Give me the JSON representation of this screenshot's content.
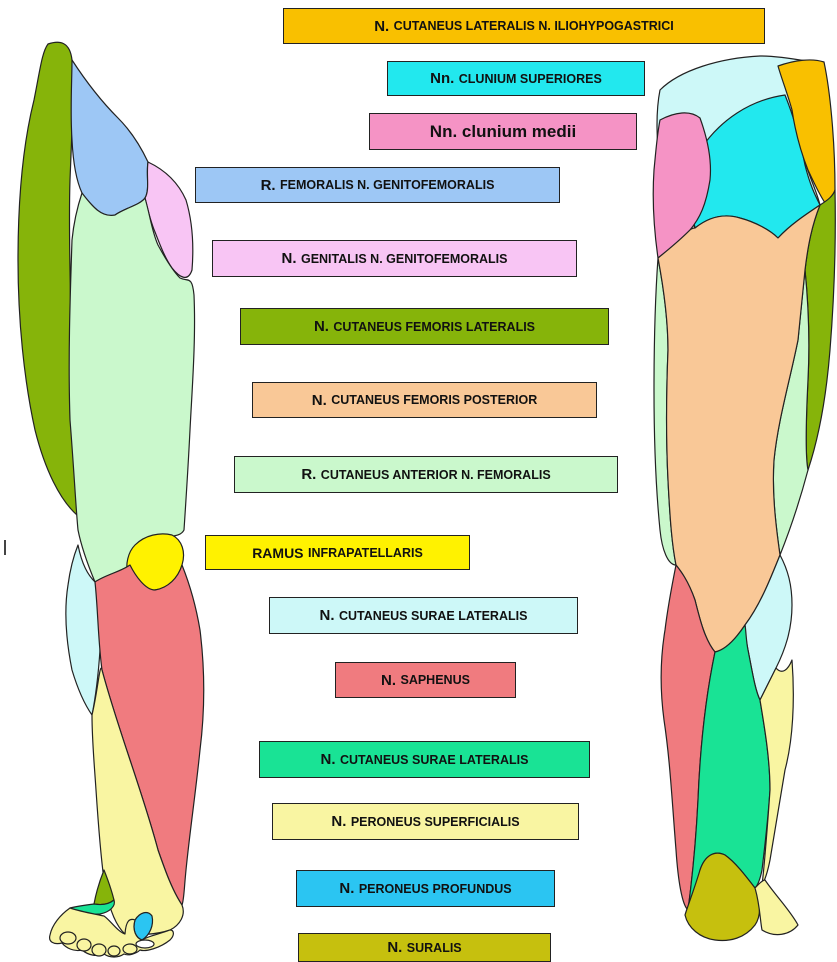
{
  "colors": {
    "yellow_orange": "#F9C000",
    "cyan": "#22E8EE",
    "pink": "#F593C5",
    "light_blue": "#9DC7F5",
    "light_pink": "#F8C5F4",
    "olive_green": "#86B40A",
    "peach": "#F9C897",
    "pale_green": "#CAF8CC",
    "yellow": "#FFF200",
    "pale_cyan": "#CDF8F8",
    "salmon": "#F07B7F",
    "sea_green": "#19E395",
    "pale_yellow": "#F9F5A2",
    "sky_blue": "#2BC5F2",
    "olive": "#C6C00E",
    "outline": "#222222"
  },
  "labels": [
    {
      "id": "iliohypogastricus",
      "first": "N.",
      "rest": "CUTANEUS LATERALIS N. ILIOHYPOGASTRICI",
      "color": "#F9C000"
    },
    {
      "id": "clunium-superiores",
      "first": "Nn.",
      "rest": "CLUNIUM SUPERIORES",
      "color": "#22E8EE"
    },
    {
      "id": "clunium-medii",
      "first": "Nn. clunium medii",
      "rest": "",
      "color": "#F593C5"
    },
    {
      "id": "femoralis-genitofemoralis",
      "first": "R.",
      "rest": "FEMORALIS N. GENITOFEMORALIS",
      "color": "#9DC7F5"
    },
    {
      "id": "genitalis-genitofemoralis",
      "first": "N.",
      "rest": "GENITALIS N. GENITOFEMORALIS",
      "color": "#F8C5F4"
    },
    {
      "id": "cutaneus-femoris-lateralis",
      "first": "N.",
      "rest": "CUTANEUS FEMORIS LATERALIS",
      "color": "#86B40A"
    },
    {
      "id": "cutaneus-femoris-posterior",
      "first": "N.",
      "rest": "CUTANEUS FEMORIS POSTERIOR",
      "color": "#F9C897"
    },
    {
      "id": "cutaneus-anterior-femoralis",
      "first": "R.",
      "rest": "CUTANEUS ANTERIOR N. FEMORALIS",
      "color": "#CAF8CC"
    },
    {
      "id": "ramus-infrapatellaris",
      "first": "Ramus",
      "rest": "INFRAPATELLARIS",
      "color": "#FFF200"
    },
    {
      "id": "cutaneus-surae-lateralis-1",
      "first": "N.",
      "rest": "CUTANEUS SURAE LATERALIS",
      "color": "#CDF8F8"
    },
    {
      "id": "saphenus",
      "first": "N.",
      "rest": "SAPHENUS",
      "color": "#F07B7F"
    },
    {
      "id": "cutaneus-surae-lateralis-2",
      "first": "N.",
      "rest": "CUTANEUS SURAE LATERALIS",
      "color": "#19E395"
    },
    {
      "id": "peroneus-superficialis",
      "first": "N.",
      "rest": "PERONEUS SUPERFICIALIS",
      "color": "#F9F5A2"
    },
    {
      "id": "peroneus-profundus",
      "first": "N.",
      "rest": "PERONEUS PROFUNDUS",
      "color": "#2BC5F2"
    },
    {
      "id": "suralis",
      "first": "N.",
      "rest": "SURALIS",
      "color": "#C6C00E"
    }
  ]
}
